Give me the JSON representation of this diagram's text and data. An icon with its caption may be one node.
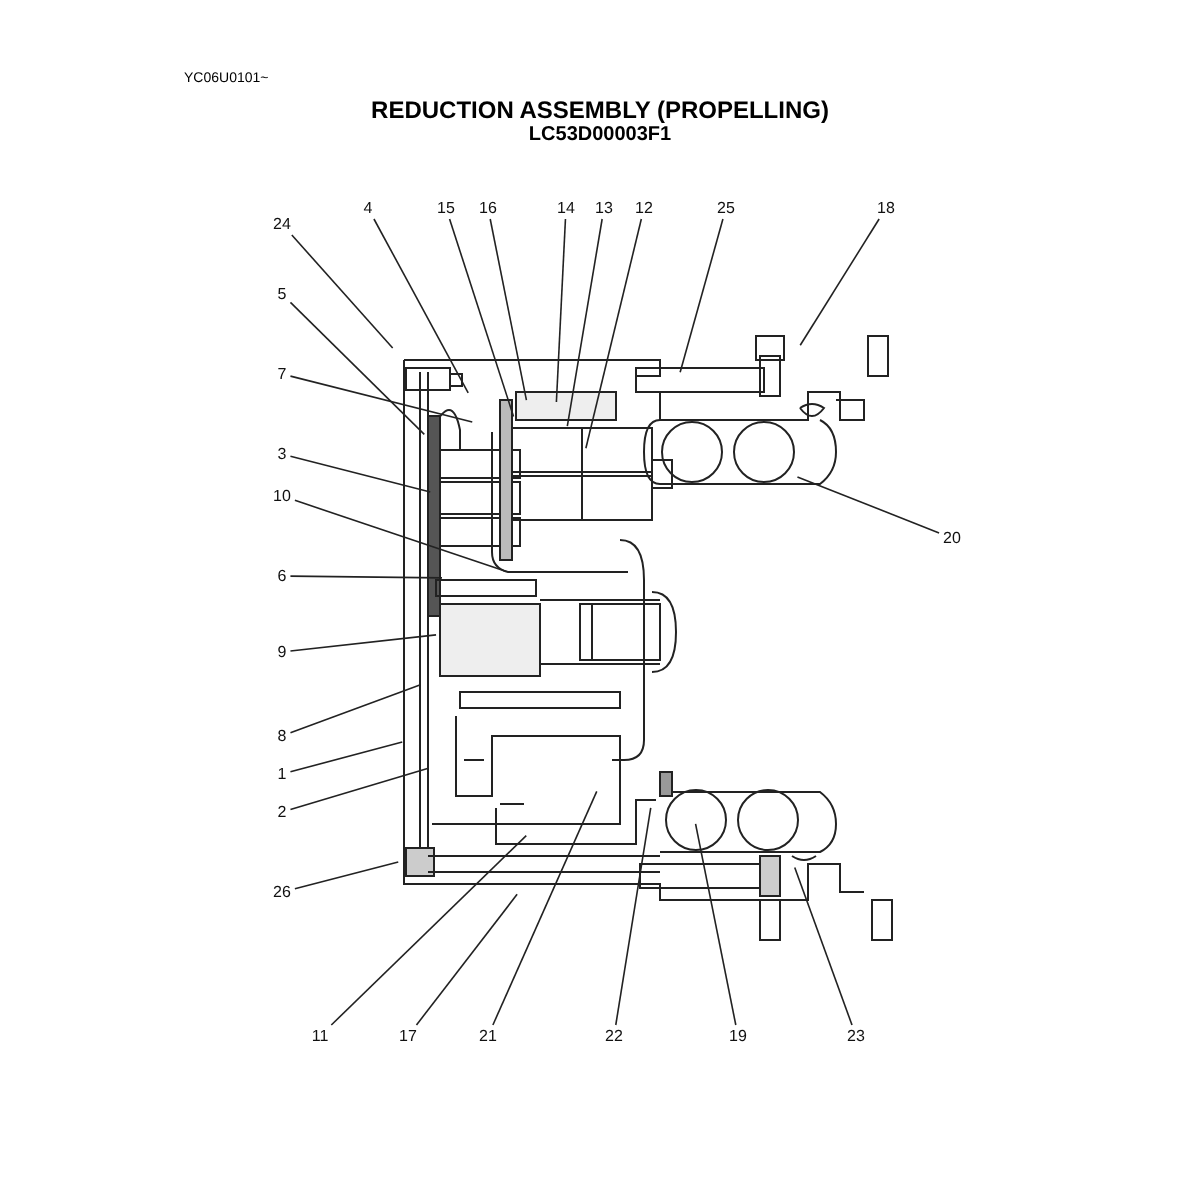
{
  "diagram": {
    "title": "REDUCTION ASSEMBLY (PROPELLING)",
    "nodes": [
      {
        "text": [
          "24"
        ]
      },
      {
        "text": [
          "4"
        ]
      },
      {
        "text": [
          "15"
        ]
      },
      {
        "text": [
          "16"
        ]
      },
      {
        "text": [
          "14"
        ]
      },
      {
        "text": [
          "13"
        ]
      },
      {
        "text": [
          "12"
        ]
      },
      {
        "text": [
          "25"
        ]
      },
      {
        "text": [
          "18"
        ]
      },
      {
        "text": [
          "5"
        ]
      },
      {
        "text": [
          "7"
        ]
      },
      {
        "text": [
          "3"
        ]
      },
      {
        "text": [
          "10"
        ]
      },
      {
        "text": [
          "6"
        ]
      },
      {
        "text": [
          "9"
        ]
      },
      {
        "text": [
          "8"
        ]
      },
      {
        "text": [
          "1"
        ]
      },
      {
        "text": [
          "2"
        ]
      },
      {
        "text": [
          "26"
        ]
      },
      {
        "text": [
          "20"
        ]
      },
      {
        "text": [
          "11"
        ]
      },
      {
        "text": [
          "17"
        ]
      },
      {
        "text": [
          "21"
        ]
      },
      {
        "text": [
          "22"
        ]
      },
      {
        "text": [
          "19"
        ]
      },
      {
        "text": [
          "23"
        ]
      }
    ],
    "edges": [
      {
        "from": 0,
        "to": null,
        "arrow": "none"
      },
      {
        "from": 1,
        "to": null,
        "arrow": "none"
      },
      {
        "from": 2,
        "to": null,
        "arrow": "none"
      },
      {
        "from": 3,
        "to": null,
        "arrow": "none"
      },
      {
        "from": 4,
        "to": null,
        "arrow": "none"
      },
      {
        "from": 5,
        "to": null,
        "arrow": "none"
      },
      {
        "from": 6,
        "to": null,
        "arrow": "none"
      },
      {
        "from": 7,
        "to": null,
        "arrow": "none"
      },
      {
        "from": 8,
        "to": null,
        "arrow": "none"
      },
      {
        "from": 9,
        "to": null,
        "arrow": "none"
      },
      {
        "from": 10,
        "to": null,
        "arrow": "none"
      },
      {
        "from": 11,
        "to": null,
        "arrow": "none"
      },
      {
        "from": 12,
        "to": null,
        "arrow": "none"
      },
      {
        "from": 13,
        "to": null,
        "arrow": "none"
      },
      {
        "from": 14,
        "to": null,
        "arrow": "none"
      },
      {
        "from": 15,
        "to": null,
        "arrow": "none"
      },
      {
        "from": 16,
        "to": null,
        "arrow": "none"
      },
      {
        "from": 17,
        "to": null,
        "arrow": "none"
      },
      {
        "from": 18,
        "to": null,
        "arrow": "none"
      },
      {
        "from": 19,
        "to": null,
        "arrow": "none"
      },
      {
        "from": 20,
        "to": null,
        "arrow": "none"
      },
      {
        "from": 21,
        "to": null,
        "arrow": "none"
      },
      {
        "from": 22,
        "to": null,
        "arrow": "none"
      },
      {
        "from": 23,
        "to": null,
        "arrow": "none"
      },
      {
        "from": 24,
        "to": null,
        "arrow": "none"
      },
      {
        "from": 25,
        "to": null,
        "arrow": "none"
      }
    ],
    "labels": [
      "YC06U0101~",
      "LC53D00003F1"
    ]
  }
}
